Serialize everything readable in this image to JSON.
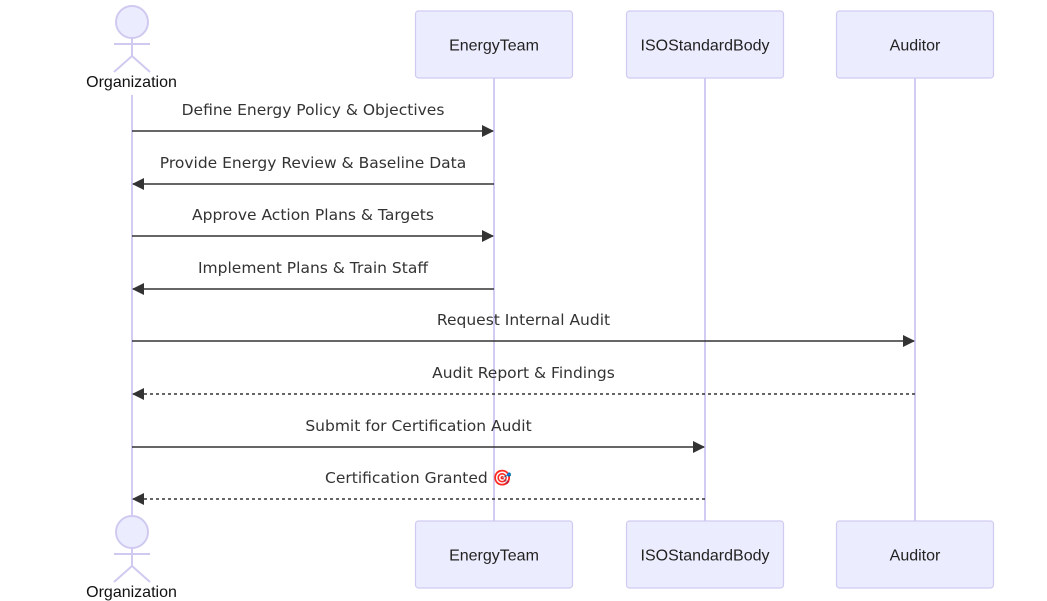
{
  "diagram": {
    "type": "sequence",
    "participants": [
      {
        "id": "organization",
        "label": "Organization",
        "kind": "actor"
      },
      {
        "id": "energyteam",
        "label": "EnergyTeam",
        "kind": "participant"
      },
      {
        "id": "isostandardbody",
        "label": "ISOStandardBody",
        "kind": "participant"
      },
      {
        "id": "auditor",
        "label": "Auditor",
        "kind": "participant"
      }
    ],
    "messages": [
      {
        "from": "organization",
        "to": "energyteam",
        "label": "Define Energy Policy & Objectives",
        "style": "solid"
      },
      {
        "from": "energyteam",
        "to": "organization",
        "label": "Provide Energy Review & Baseline Data",
        "style": "solid"
      },
      {
        "from": "organization",
        "to": "energyteam",
        "label": "Approve Action Plans & Targets",
        "style": "solid"
      },
      {
        "from": "energyteam",
        "to": "organization",
        "label": "Implement Plans & Train Staff",
        "style": "solid"
      },
      {
        "from": "organization",
        "to": "auditor",
        "label": "Request Internal Audit",
        "style": "solid"
      },
      {
        "from": "auditor",
        "to": "organization",
        "label": "Audit Report & Findings",
        "style": "dotted"
      },
      {
        "from": "organization",
        "to": "isostandardbody",
        "label": "Submit for Certification Audit",
        "style": "solid"
      },
      {
        "from": "isostandardbody",
        "to": "organization",
        "label": "Certification Granted 🎯",
        "style": "dotted"
      }
    ]
  }
}
